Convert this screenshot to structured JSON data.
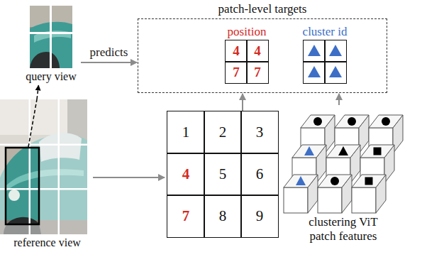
{
  "diagram": {
    "nodes": [
      {
        "text": [
          "patch-level targets"
        ]
      },
      {
        "text": [
          "position",
          "4",
          "4",
          "7",
          "7"
        ],
        "in": 0
      },
      {
        "text": [
          "cluster id"
        ],
        "in": 0
      },
      {
        "text": [
          "query view"
        ]
      },
      {
        "text": [
          "reference view"
        ]
      },
      {
        "text": [
          "1",
          "2",
          "3",
          "4",
          "5",
          "6",
          "7",
          "8",
          "9"
        ]
      },
      {
        "text": [
          "clustering ViT patch features"
        ]
      }
    ],
    "edges": [
      {
        "from": 3,
        "to": 0,
        "arrow": "to",
        "label": "predicts"
      },
      {
        "from": 4,
        "to": 3,
        "arrow": "to"
      },
      {
        "from": 4,
        "to": 5,
        "arrow": "to"
      },
      {
        "from": 5,
        "to": 0,
        "arrow": "to"
      },
      {
        "from": 6,
        "to": 0,
        "arrow": "to"
      }
    ]
  }
}
